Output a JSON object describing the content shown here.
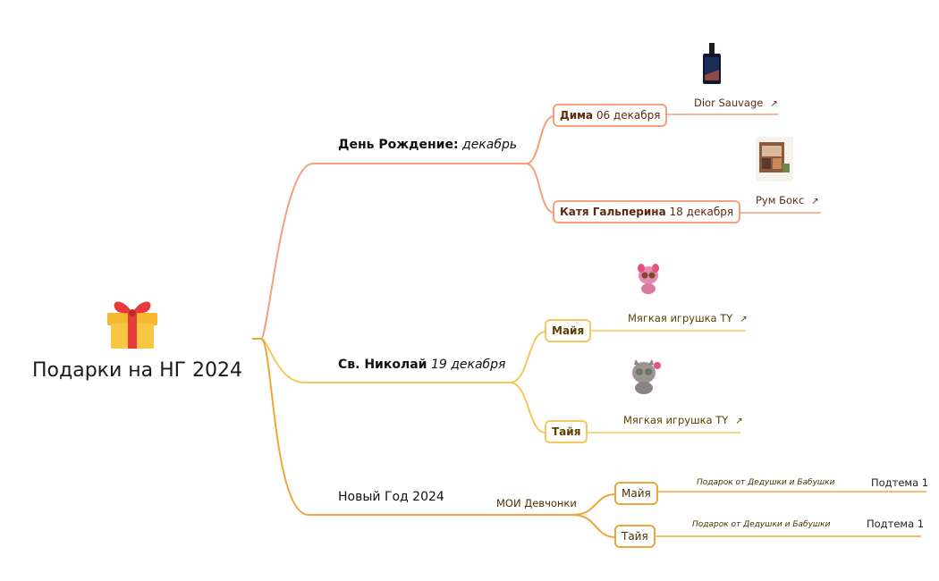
{
  "root": {
    "title": "Подарки на НГ 2024",
    "icon": "gift-icon"
  },
  "branches": [
    {
      "label_bold": "День Рождение:",
      "label_italic": "декабрь",
      "color": "#f4a07a",
      "children": [
        {
          "name_bold": "Дима",
          "name_rest": "06 декабря",
          "gift": "Dior Sauvage",
          "image": "perfume-bottle-image"
        },
        {
          "name_bold": "Катя Гальперина",
          "name_rest": "18 декабря",
          "gift": "Рум Бокс",
          "image": "room-box-image"
        }
      ]
    },
    {
      "label_bold": "Св. Николай",
      "label_italic": "19 декабря",
      "color": "#f5c85c",
      "children": [
        {
          "name_bold": "Майя",
          "gift": "Мягкая игрушка TY",
          "image": "pink-plush-toy-image"
        },
        {
          "name_bold": "Тайя",
          "gift": "Мягкая игрушка TY",
          "image": "grey-cat-plush-toy-image"
        }
      ]
    },
    {
      "label": "Новый Год 2024",
      "color": "#f0a53a",
      "sub": "МОИ Девчонки",
      "children": [
        {
          "name": "Майя",
          "note": "Подарок от Дедушки и Бабушки",
          "subtopic": "Подтема 1"
        },
        {
          "name": "Тайя",
          "note": "Подарок от Дедушки и Бабушки",
          "subtopic": "Подтема 1"
        }
      ]
    }
  ],
  "colors": {
    "birthday_branch": "#f4a07a",
    "nicholas_branch": "#f5c85c",
    "newyear_branch": "#f0a53a",
    "birthday_text": "#5a2a10",
    "nicholas_text": "#5a3f00",
    "newyear_text": "#4a3000"
  }
}
